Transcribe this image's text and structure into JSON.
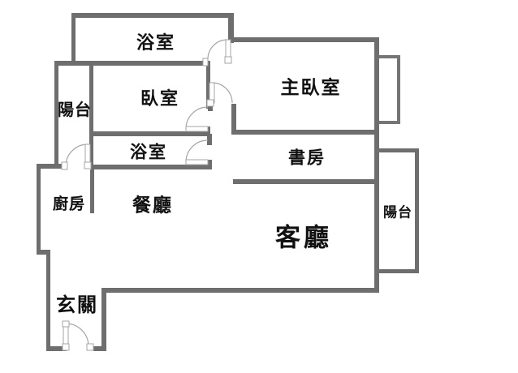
{
  "floor_plan": {
    "background": "#ffffff",
    "wall_color": "#6e6e6e",
    "wall_light_color": "#757575",
    "door_color": "#a5a5a5",
    "label_color": "#111111",
    "rooms": {
      "bathroom_top": "浴室",
      "balcony_left": "陽台",
      "bedroom": "臥室",
      "master_bedroom": "主臥室",
      "bathroom_inner": "浴室",
      "study": "書房",
      "kitchen": "廚房",
      "dining_room": "餐廳",
      "living_room": "客廳",
      "balcony_right": "陽台",
      "entryway": "玄關"
    }
  }
}
